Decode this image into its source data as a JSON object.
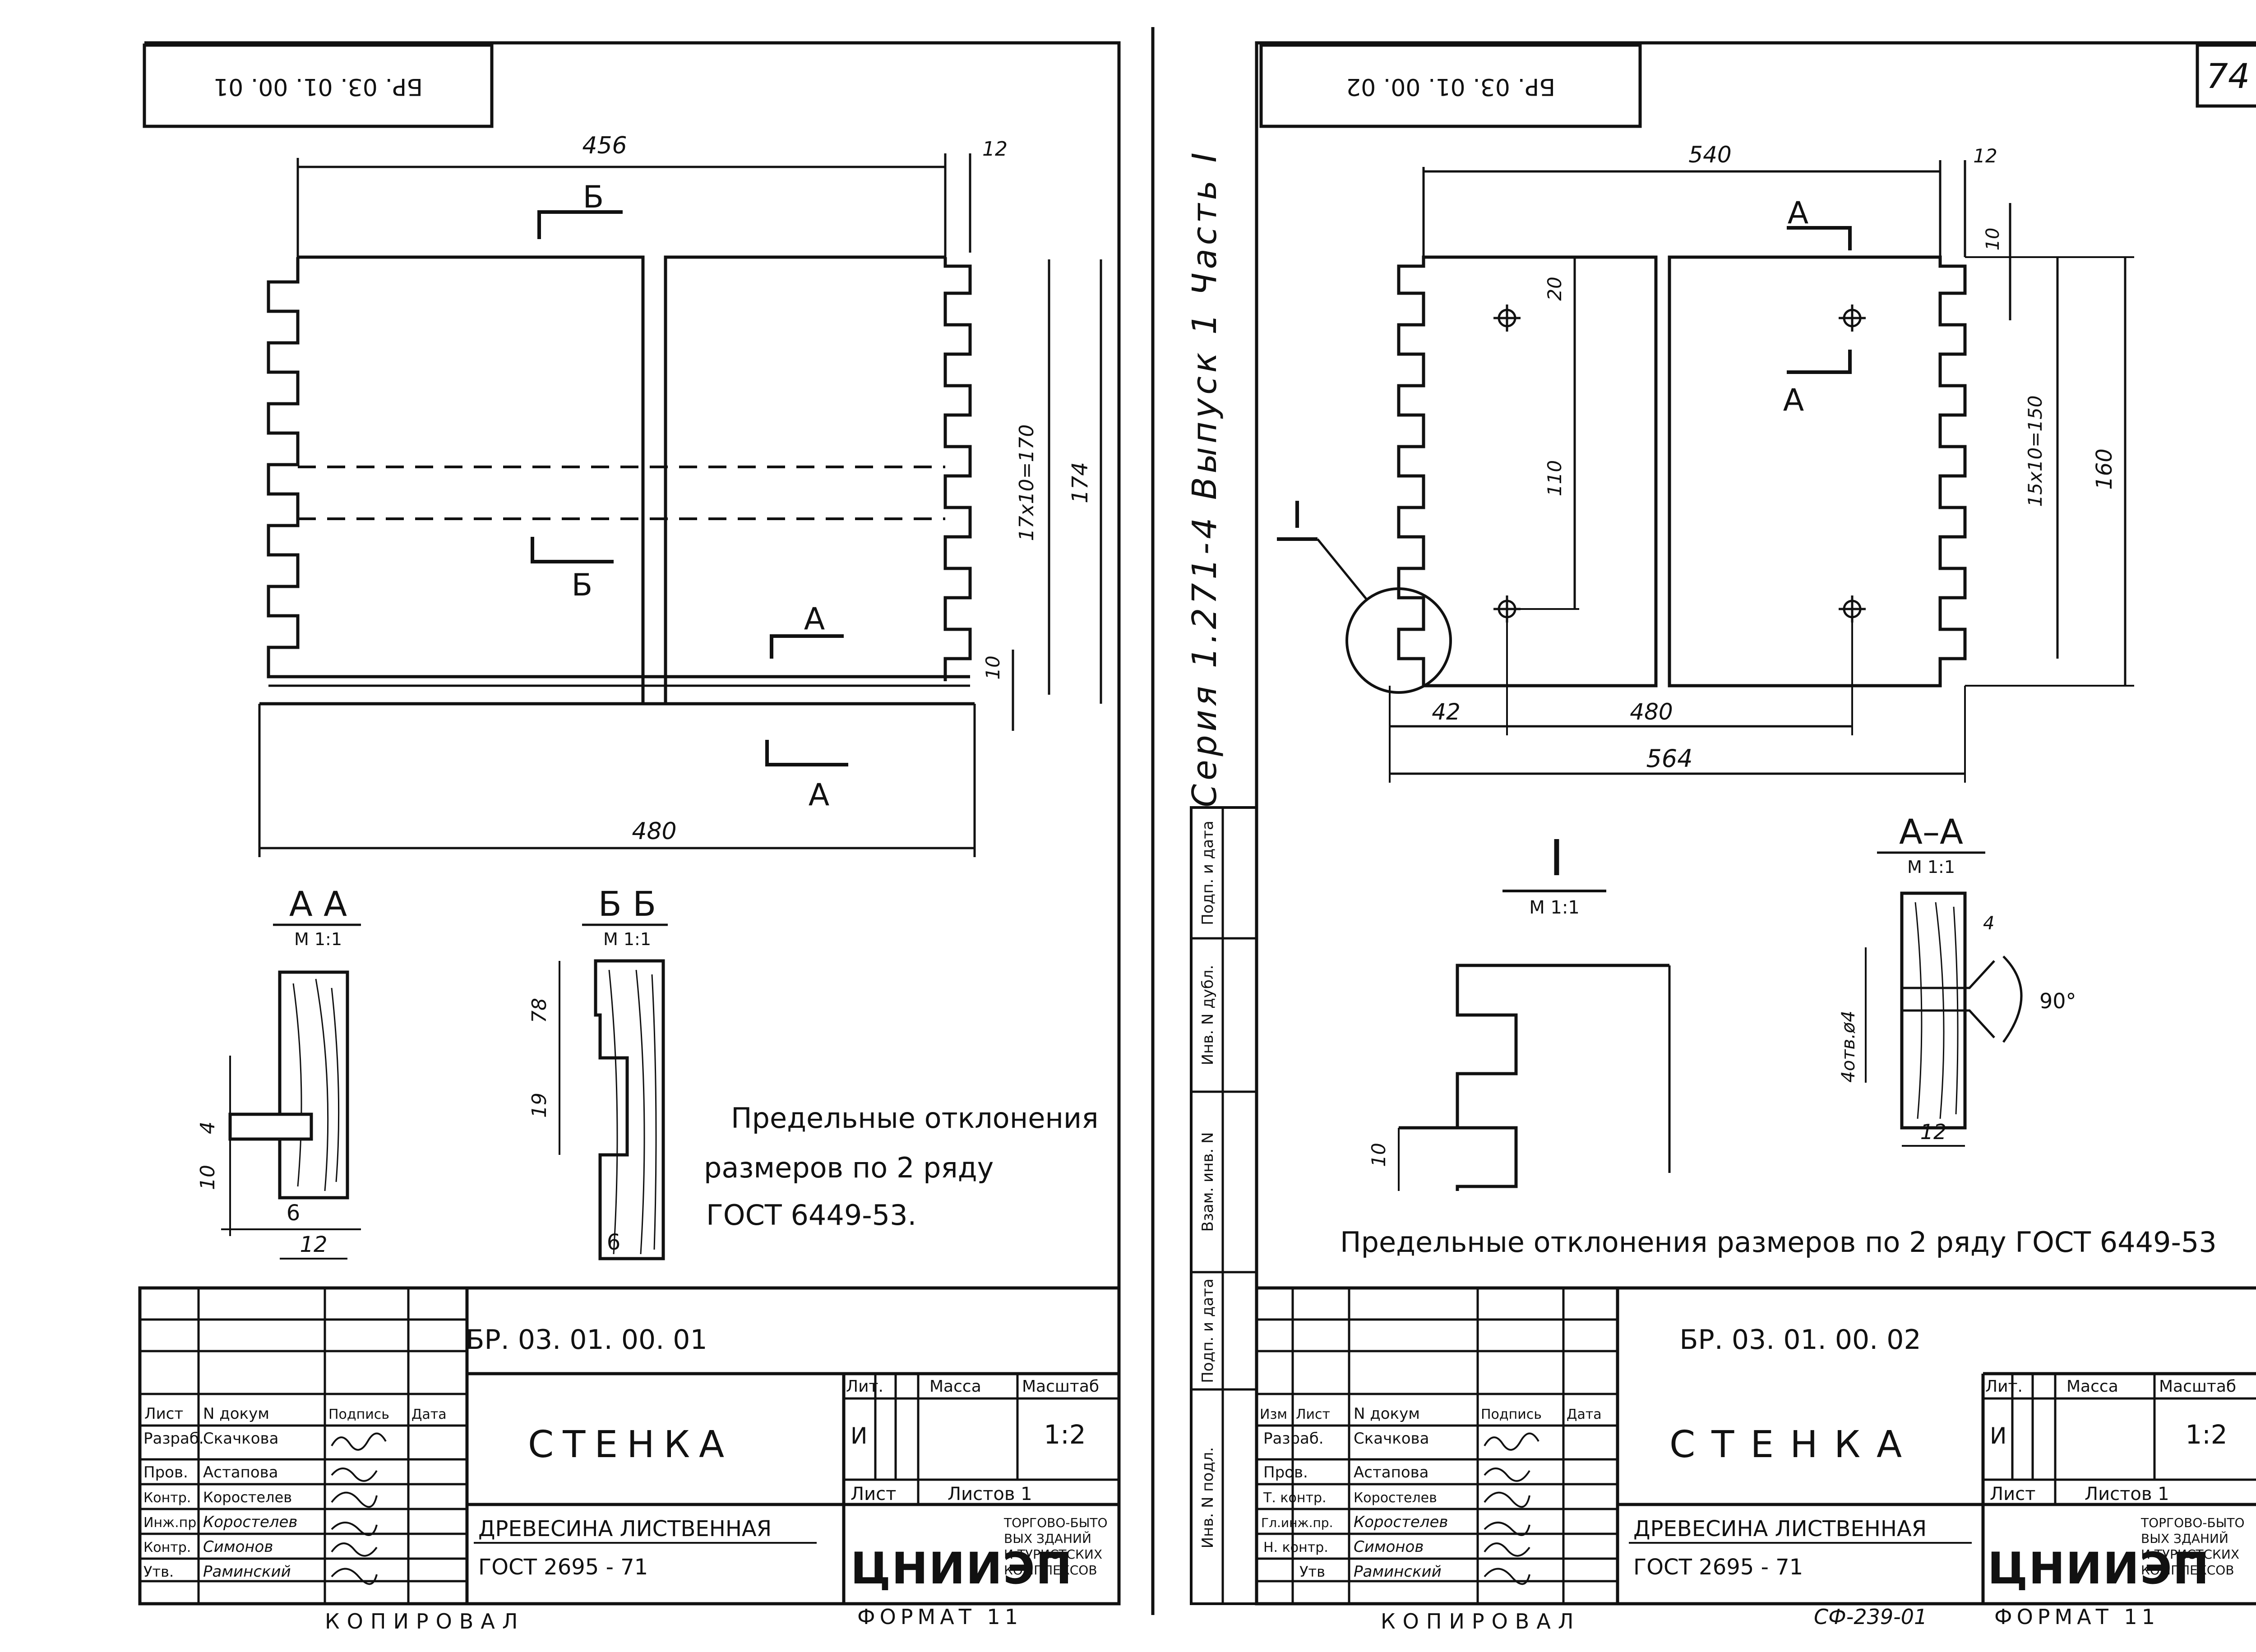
{
  "series_label": "Серия 1.271-4 Выпуск 1 Часть I",
  "left_sheet": {
    "code_mirrored": "БР. 03. 01. 00. 01",
    "drawing": {
      "dim_width": "456",
      "dim_tab": "12",
      "dim_total": "480",
      "dim_spacing": "17x10=170",
      "dim_height": "174",
      "dim_bottom": "10"
    },
    "section_aa": {
      "title": "А А",
      "scale": "М 1:1",
      "dim_slot": "4",
      "dim_depth": "10",
      "dim_inner": "6",
      "dim_thickness": "12"
    },
    "section_bb": {
      "title": "Б Б",
      "scale": "М 1:1",
      "dim_top": "78",
      "dim_mid": "19",
      "dim_bottom": "6"
    },
    "markers": {
      "b": "Б",
      "a": "А"
    },
    "note": [
      "Предельные отклонения",
      "размеров по 2 ряду",
      "ГОСТ 6449-53."
    ],
    "title_block": {
      "code": "БР. 03. 01. 00. 01",
      "name": "СТЕНКА",
      "material_line1": "ДРЕВЕСИНА ЛИСТВЕННАЯ",
      "material_line2": "ГОСТ 2695 - 71",
      "lit_header": "Лит.",
      "mass_header": "Масса",
      "scale_header": "Масштаб",
      "lit_value": "И",
      "scale_value": "1:2",
      "sheet_label": "Лист",
      "sheets_label": "Листов 1",
      "org": "ЦНИИЭП",
      "org_desc": [
        "ТОРГОВО-БЫТО",
        "ВЫХ ЗДАНИЙ",
        "И ТУРИСТСКИХ",
        "КОМПЛЕКСОВ"
      ],
      "headers": [
        "Лист",
        "N докум",
        "Подпись",
        "Дата"
      ],
      "rows": [
        {
          "role": "Разраб.",
          "name": "Скачкова"
        },
        {
          "role": "Пров.",
          "name": "Астапова"
        },
        {
          "role": "Контр.",
          "name": "Коростелев"
        },
        {
          "role": "Инж.пр.",
          "name": "Коростелев"
        },
        {
          "role": "Контр.",
          "name": "Симонов"
        },
        {
          "role": "Утв.",
          "name": "Раминский"
        }
      ]
    },
    "footer_copied": "КОПИРОВАЛ",
    "footer_format": "ФОРМАТ 11"
  },
  "right_sheet": {
    "sheet_number": "74",
    "code_mirrored": "БР. 03. 01. 00. 02",
    "drawing": {
      "dim_width": "540",
      "dim_tab": "12",
      "dim_top": "10",
      "dim_hole_top": "20",
      "dim_hole_spacing": "110",
      "dim_spacing": "15x10=150",
      "dim_height": "160",
      "dim_left": "42",
      "dim_holes": "480",
      "dim_total": "564"
    },
    "markers": {
      "a": "А",
      "detail": "I"
    },
    "detail_view": {
      "title": "I",
      "scale": "М 1:1",
      "dim": "10"
    },
    "section_aa": {
      "title": "А–А",
      "scale": "М 1:1",
      "dim_top": "4",
      "dim_hole": "4отв.ø4",
      "dim_angle": "90°",
      "dim_thickness": "12"
    },
    "note": "Предельные отклонения размеров по 2 ряду ГОСТ 6449-53",
    "side_stamp": [
      "Инв. N подл.",
      "Подп. и дата",
      "Взам. инв. N",
      "Инв. N дубл.",
      "Подп. и дата"
    ],
    "title_block": {
      "code": "БР. 03. 01. 00. 02",
      "name": "СТЕНКА",
      "material_line1": "ДРЕВЕСИНА ЛИСТВЕННАЯ",
      "material_line2": "ГОСТ 2695 - 71",
      "lit_header": "Лит.",
      "mass_header": "Масса",
      "scale_header": "Масштаб",
      "lit_value": "И",
      "scale_value": "1:2",
      "sheet_label": "Лист",
      "sheets_label": "Листов 1",
      "org": "ЦНИИЭП",
      "org_desc": [
        "ТОРГОВО-БЫТО",
        "ВЫХ ЗДАНИЙ",
        "И ТУРИСТСКИХ",
        "КОМПЛЕКСОВ"
      ],
      "headers": [
        "Изм",
        "Лист",
        "N докум",
        "Подпись",
        "Дата"
      ],
      "rows": [
        {
          "role": "Разраб.",
          "name": "Скачкова"
        },
        {
          "role": "Пров.",
          "name": "Астапова"
        },
        {
          "role": "Т. контр.",
          "name": "Коростелев"
        },
        {
          "role": "Гл.инж.пр.",
          "name": "Коростелев"
        },
        {
          "role": "Н. контр.",
          "name": "Симонов"
        },
        {
          "role": "Утв",
          "name": "Раминский"
        }
      ]
    },
    "footer_copied": "КОПИРОВАЛ",
    "footer_code": "СФ-239-01",
    "footer_format": "ФОРМАТ 11"
  }
}
